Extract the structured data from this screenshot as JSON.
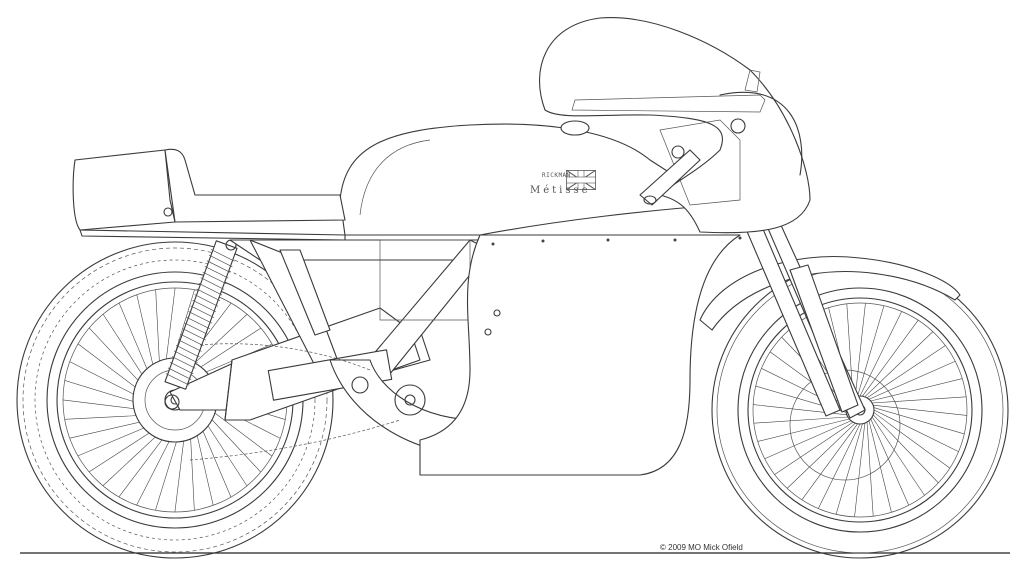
{
  "figure": {
    "subject": "Rickman Métisse cafe racer motorcycle, side elevation line drawing",
    "tank_badge": {
      "maker": "RICKMAN",
      "model": "Métisse",
      "flag_icon": "union-jack"
    },
    "credit": "© 2009 MO Mick Ofield"
  }
}
